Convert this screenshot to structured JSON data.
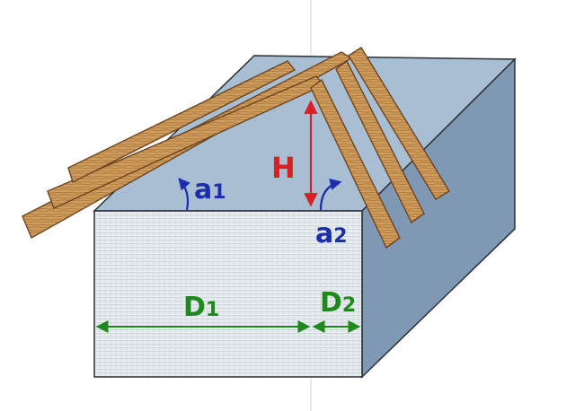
{
  "labels": {
    "height": "H",
    "angle1_main": "a",
    "angle1_sub": "1",
    "angle2_main": "a",
    "angle2_sub": "2",
    "span1_main": "D",
    "span1_sub": "1",
    "span2_main": "D",
    "span2_sub": "2"
  },
  "colors": {
    "background": "#ffffff",
    "wall_front": "#e6ecef",
    "wall_side": "#7f98b4",
    "roof_top": "#a8bed3",
    "wood": "#cc9a5e",
    "wood_dark": "#7a4e22",
    "height_marker": "#d81f26",
    "angle_marker": "#1c2fa8",
    "span_marker": "#1e8a1e"
  },
  "icons": [
    "height-arrow-icon",
    "angle-arrow-icon",
    "dimension-arrow-icon"
  ]
}
